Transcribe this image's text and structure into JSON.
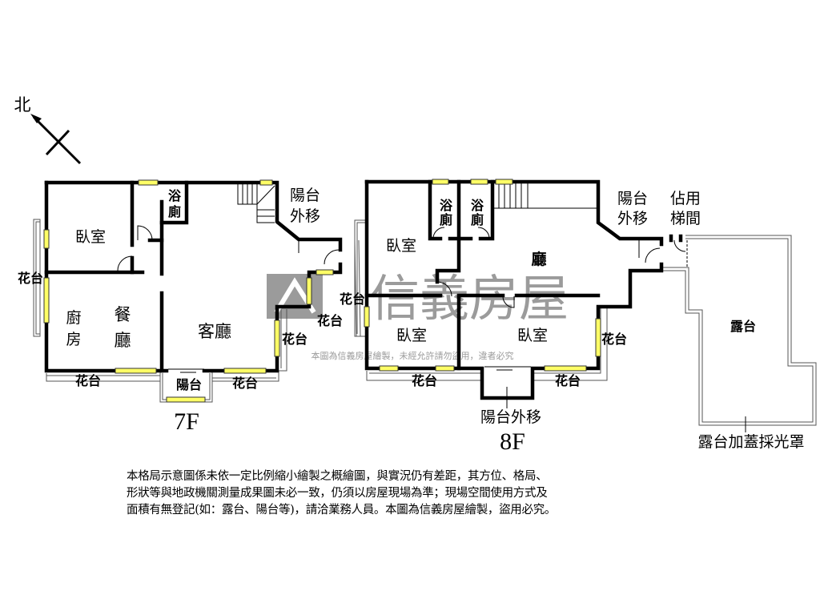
{
  "compass": {
    "label": "北"
  },
  "watermark": {
    "logo_text": "信義房屋",
    "line": "本圖為信義房屋繪製，未經允許請勿盜用，違者必究"
  },
  "floor_7f": {
    "title": "7F",
    "rooms": {
      "bath": [
        "浴",
        "廁"
      ],
      "bedroom": "臥室",
      "balcony_moved": [
        "陽台",
        "外移"
      ],
      "kitchen": [
        "廚",
        "房"
      ],
      "dining": [
        "餐",
        "廳"
      ],
      "living": "客廳",
      "balcony": "陽台"
    },
    "planters": [
      "花台",
      "花台",
      "花台",
      "花台",
      "花台"
    ]
  },
  "floor_8f": {
    "title": "8F",
    "rooms": {
      "bath1": [
        "浴",
        "廁"
      ],
      "bath2": [
        "浴",
        "廁"
      ],
      "bedroom1": "臥室",
      "hall": "廳",
      "balcony_moved": [
        "陽台",
        "外移"
      ],
      "stair_occupied": [
        "佔用",
        "梯間"
      ],
      "bedroom2": "臥室",
      "bedroom3": "臥室",
      "balcony_moved_bottom": "陽台外移",
      "terrace": "露台",
      "terrace_covered": "露台加蓋採光罩"
    },
    "planters": [
      "花台",
      "花台",
      "花台",
      "花台"
    ]
  },
  "colors": {
    "wall": "#000000",
    "window": "#ffff66",
    "watermark": "#8a8a8a"
  },
  "note": [
    "本格局示意圖係未依一定比例縮小繪製之概繪圖，與實況仍有差距，其方位、格局、",
    "形狀等與地政機關測量成果圖未必一致，仍須以房屋現場為準；現場空間使用方式及",
    "面積有無登記(如：露台、陽台等)，請洽業務人員。本圖為信義房屋繪製，盜用必究。"
  ]
}
